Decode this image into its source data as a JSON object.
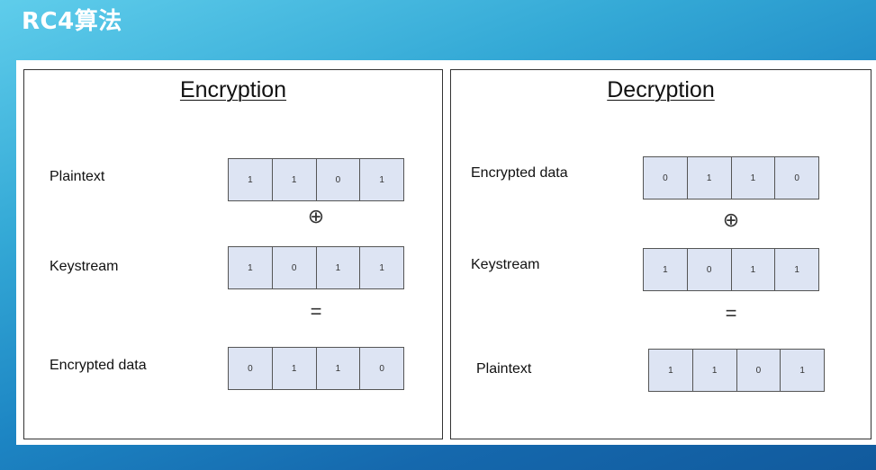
{
  "slide": {
    "title": "RC4算法"
  },
  "encryption": {
    "title": "Encryption",
    "rows": [
      {
        "label": "Plaintext",
        "bits": [
          "1",
          "1",
          "0",
          "1"
        ]
      },
      {
        "label": "Keystream",
        "bits": [
          "1",
          "0",
          "1",
          "1"
        ]
      },
      {
        "label": "Encrypted data",
        "bits": [
          "0",
          "1",
          "1",
          "0"
        ]
      }
    ],
    "operators": [
      "⊕",
      "="
    ]
  },
  "decryption": {
    "title": "Decryption",
    "rows": [
      {
        "label": "Encrypted data",
        "bits": [
          "0",
          "1",
          "1",
          "0"
        ]
      },
      {
        "label": "Keystream",
        "bits": [
          "1",
          "0",
          "1",
          "1"
        ]
      },
      {
        "label": "Plaintext",
        "bits": [
          "1",
          "1",
          "0",
          "1"
        ]
      }
    ],
    "operators": [
      "⊕",
      "="
    ]
  }
}
